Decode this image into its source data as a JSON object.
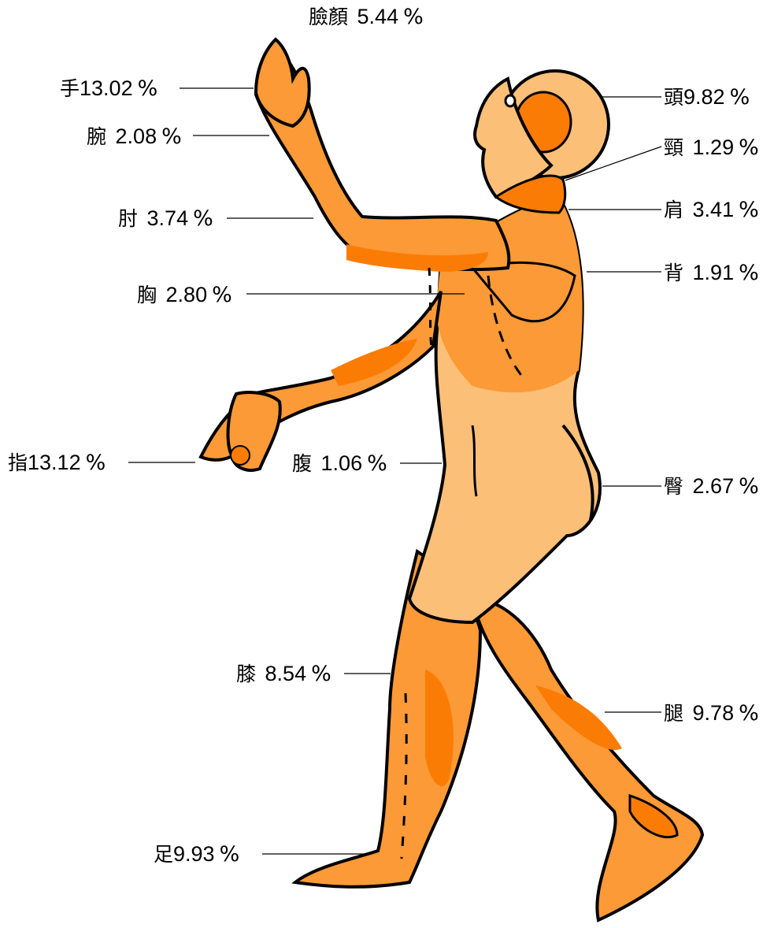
{
  "colors": {
    "skin_light": "#fbbf78",
    "skin_mid": "#fb9a36",
    "skin_dark": "#fb7c05",
    "outline": "#000000"
  },
  "labels": [
    {
      "id": "face",
      "part": "臉顏",
      "value": "5.44",
      "unit": "%"
    },
    {
      "id": "hand",
      "part": "手",
      "value": "13.02",
      "unit": "%"
    },
    {
      "id": "wrist",
      "part": "腕",
      "value": "2.08",
      "unit": "%"
    },
    {
      "id": "elbow",
      "part": "肘",
      "value": "3.74",
      "unit": "%"
    },
    {
      "id": "chest",
      "part": "胸",
      "value": "2.80",
      "unit": "%"
    },
    {
      "id": "finger",
      "part": "指",
      "value": "13.12",
      "unit": "%"
    },
    {
      "id": "abdomen",
      "part": "腹",
      "value": "1.06",
      "unit": "%"
    },
    {
      "id": "knee",
      "part": "膝",
      "value": "8.54",
      "unit": "%"
    },
    {
      "id": "foot",
      "part": "足",
      "value": "9.93",
      "unit": "%"
    },
    {
      "id": "head",
      "part": "頭",
      "value": "9.82",
      "unit": "%"
    },
    {
      "id": "neck",
      "part": "頸",
      "value": "1.29",
      "unit": "%"
    },
    {
      "id": "shoulder",
      "part": "肩",
      "value": "3.41",
      "unit": "%"
    },
    {
      "id": "back",
      "part": "背",
      "value": "1.91",
      "unit": "%"
    },
    {
      "id": "buttock",
      "part": "臀",
      "value": "2.67",
      "unit": "%"
    },
    {
      "id": "leg",
      "part": "腿",
      "value": "9.78",
      "unit": "%"
    }
  ]
}
